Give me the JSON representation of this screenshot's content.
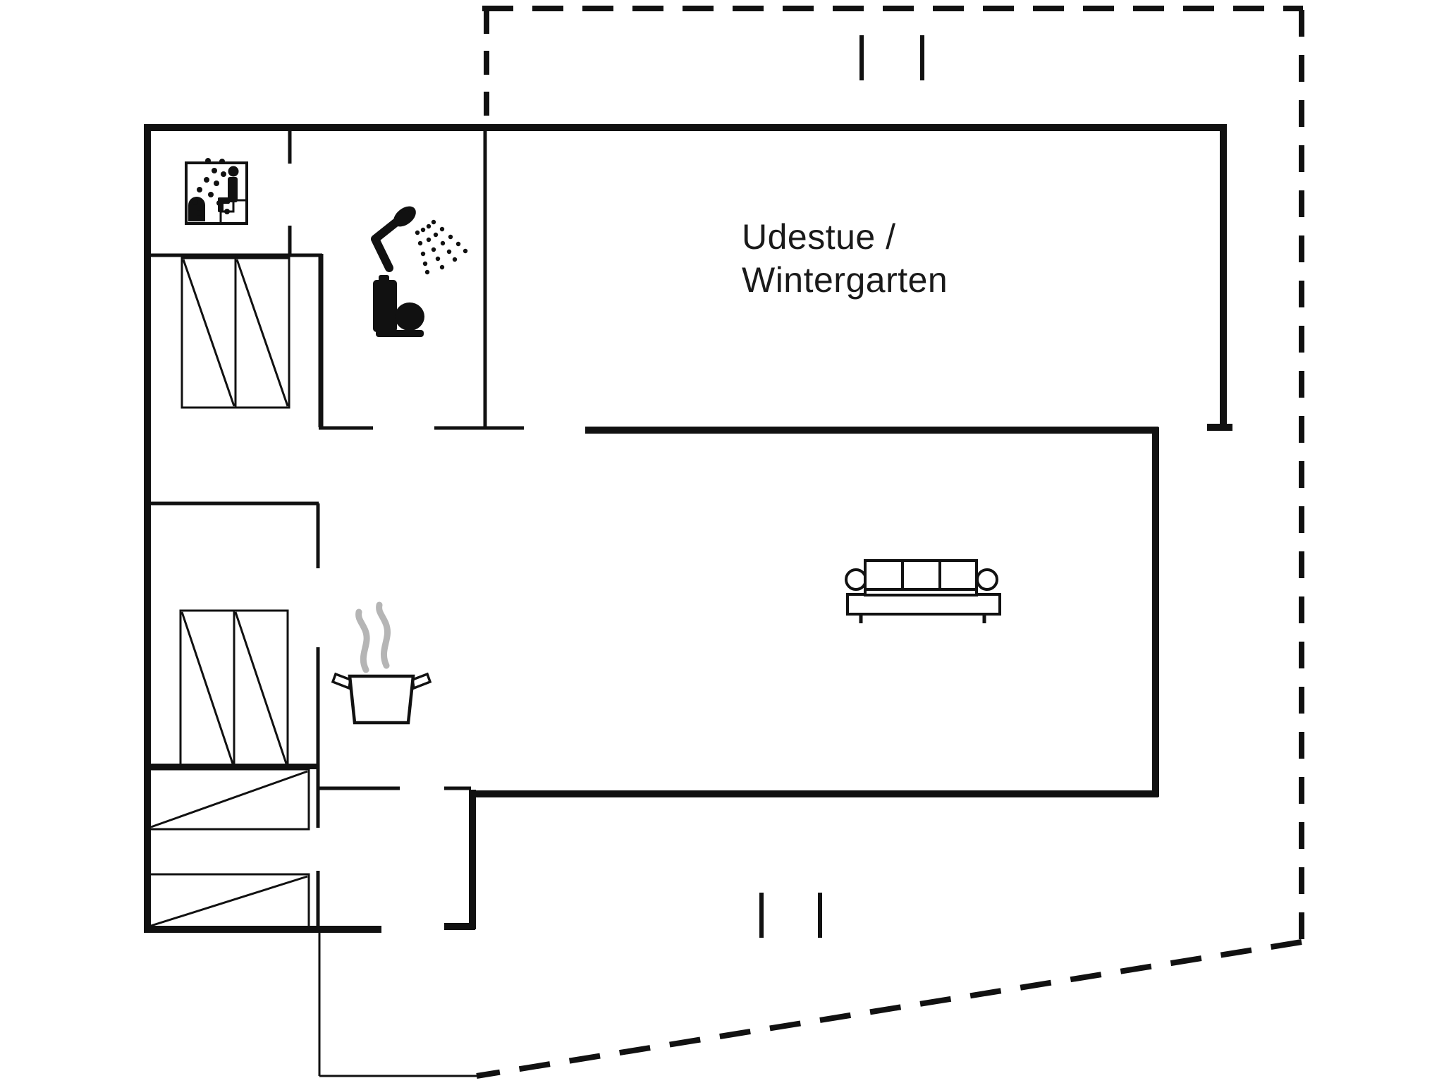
{
  "floor_plan": {
    "background_color": "#ffffff",
    "line_color": "#111111",
    "steam_color": "#b5b5b5",
    "rooms": [
      {
        "name": "udestue-wintergarten",
        "label_line1": "Udestue /",
        "label_line2": "Wintergarten"
      }
    ],
    "icons": [
      "sauna-icon",
      "shower-icon",
      "toilet-icon",
      "cooking-pot-icon",
      "steam-icon",
      "sofa-icon",
      "wardrobe-icon",
      "bed-icon",
      "window-tick-marks",
      "terrace-boundary-dashed"
    ]
  }
}
